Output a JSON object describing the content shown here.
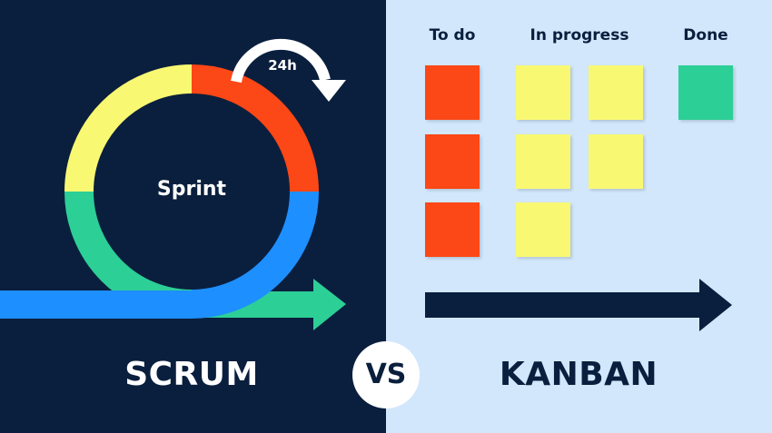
{
  "scrum": {
    "title": "SCRUM",
    "sprint_label": "Sprint",
    "daily_label": "24h"
  },
  "versus": "VS",
  "kanban": {
    "title": "KANBAN",
    "columns": [
      {
        "label": "To do",
        "cards": 3
      },
      {
        "label": "In progress",
        "cards": 5
      },
      {
        "label": "Done",
        "cards": 1
      }
    ]
  },
  "colors": {
    "navy": "#0a1f3d",
    "light": "#d2e7fc",
    "orange": "#fc4716",
    "yellow": "#f9f872",
    "green": "#2ccf96",
    "blue": "#1e8ffe"
  }
}
